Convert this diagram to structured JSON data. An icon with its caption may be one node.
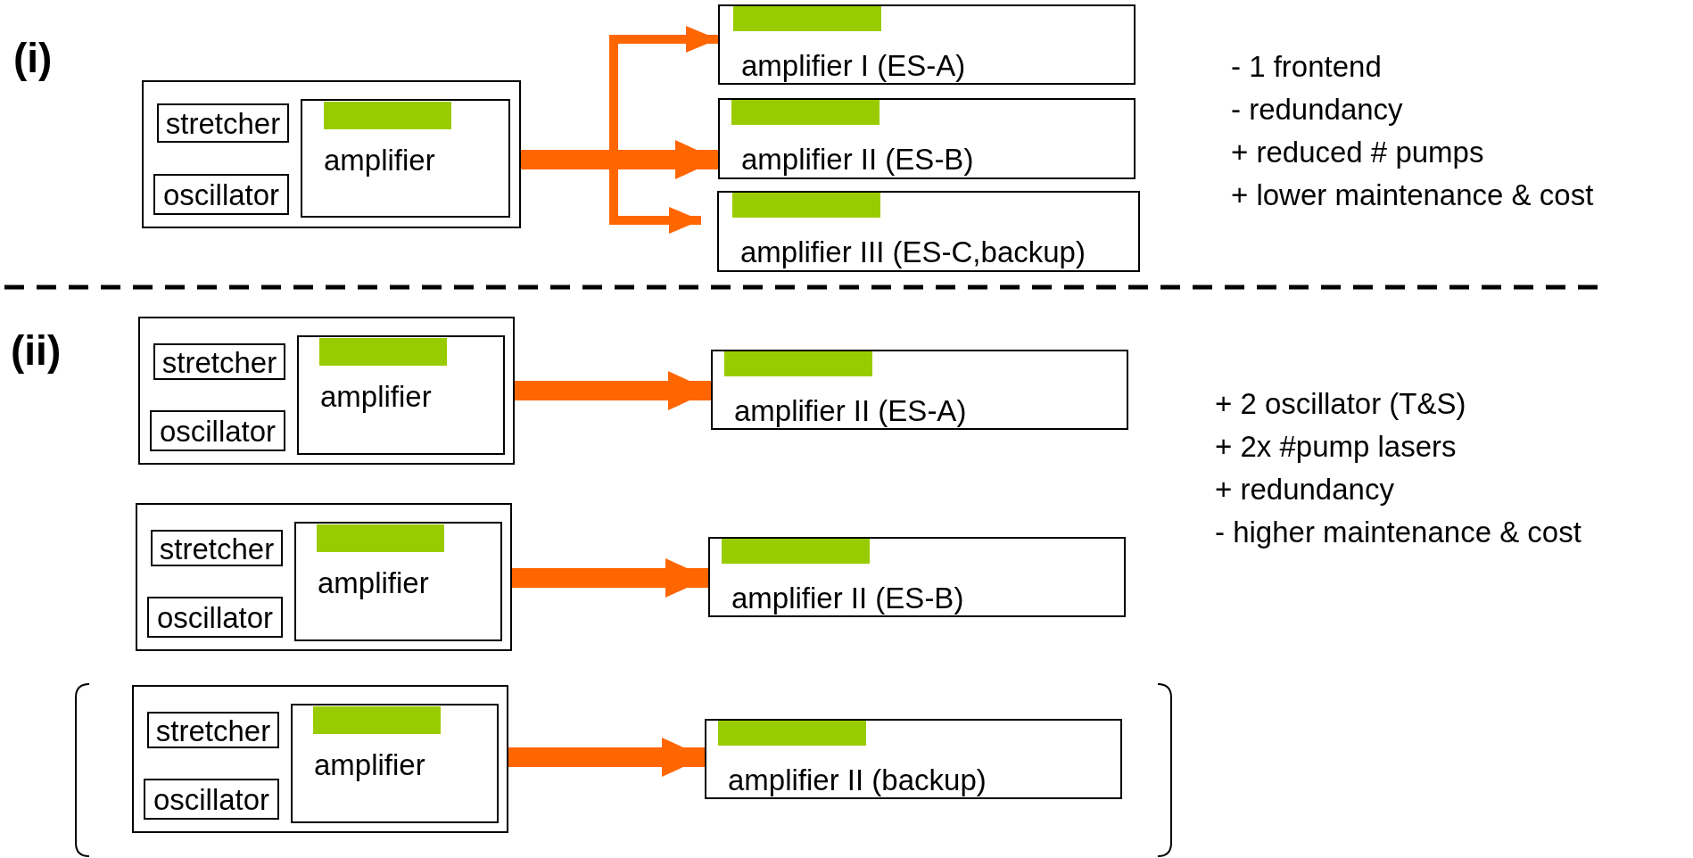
{
  "diagram": {
    "nodes": [
      {
        "text": [],
        "shape": "box"
      },
      {
        "text": [
          "stretcher"
        ],
        "in": 0
      },
      {
        "text": [
          "oscillator"
        ],
        "in": 0
      },
      {
        "text": [
          "amplifier"
        ],
        "in": 0
      },
      {
        "text": [],
        "shape": "bar",
        "in": 3
      },
      {
        "text": [
          "amplifier I (ES-A)"
        ]
      },
      {
        "text": [],
        "shape": "bar",
        "in": 5
      },
      {
        "text": [
          "amplifier II (ES-B)"
        ]
      },
      {
        "text": [],
        "shape": "bar",
        "in": 7
      },
      {
        "text": [
          "amplifier III (ES-C,backup)"
        ]
      },
      {
        "text": [],
        "shape": "bar",
        "in": 9
      },
      {
        "text": [],
        "shape": "box"
      },
      {
        "text": [
          "stretcher"
        ],
        "in": 11
      },
      {
        "text": [
          "oscillator"
        ],
        "in": 11
      },
      {
        "text": [
          "amplifier"
        ],
        "in": 11
      },
      {
        "text": [],
        "shape": "bar",
        "in": 14
      },
      {
        "text": [
          "amplifier II (ES-A)"
        ]
      },
      {
        "text": [],
        "shape": "bar",
        "in": 16
      },
      {
        "text": [],
        "shape": "box"
      },
      {
        "text": [
          "stretcher"
        ],
        "in": 18
      },
      {
        "text": [
          "oscillator"
        ],
        "in": 18
      },
      {
        "text": [
          "amplifier"
        ],
        "in": 18
      },
      {
        "text": [],
        "shape": "bar",
        "in": 21
      },
      {
        "text": [
          "amplifier II (ES-B)"
        ]
      },
      {
        "text": [],
        "shape": "bar",
        "in": 23
      },
      {
        "text": [],
        "shape": "box"
      },
      {
        "text": [
          "stretcher"
        ],
        "in": 25
      },
      {
        "text": [
          "oscillator"
        ],
        "in": 25
      },
      {
        "text": [
          "amplifier"
        ],
        "in": 25
      },
      {
        "text": [],
        "shape": "bar",
        "in": 28
      },
      {
        "text": [
          "amplifier II (backup)"
        ]
      },
      {
        "text": [],
        "shape": "bar",
        "in": 30
      }
    ],
    "edges": [
      {
        "from": 0,
        "to": 5,
        "arrow": "to"
      },
      {
        "from": 0,
        "to": 7,
        "arrow": "to"
      },
      {
        "from": 0,
        "to": 9,
        "arrow": "to"
      },
      {
        "from": 11,
        "to": 16,
        "arrow": "to"
      },
      {
        "from": 18,
        "to": 23,
        "arrow": "to"
      },
      {
        "from": 25,
        "to": 30,
        "arrow": "to"
      }
    ],
    "labels": [
      "(i)",
      "- 1 frontend",
      "- redundancy",
      "+ reduced # pumps",
      "+ lower maintenance & cost",
      "(ii)",
      "+ 2 oscillator (T&S)",
      "+ 2x #pump lasers",
      "+ redundancy",
      "- higher maintenance & cost"
    ]
  }
}
